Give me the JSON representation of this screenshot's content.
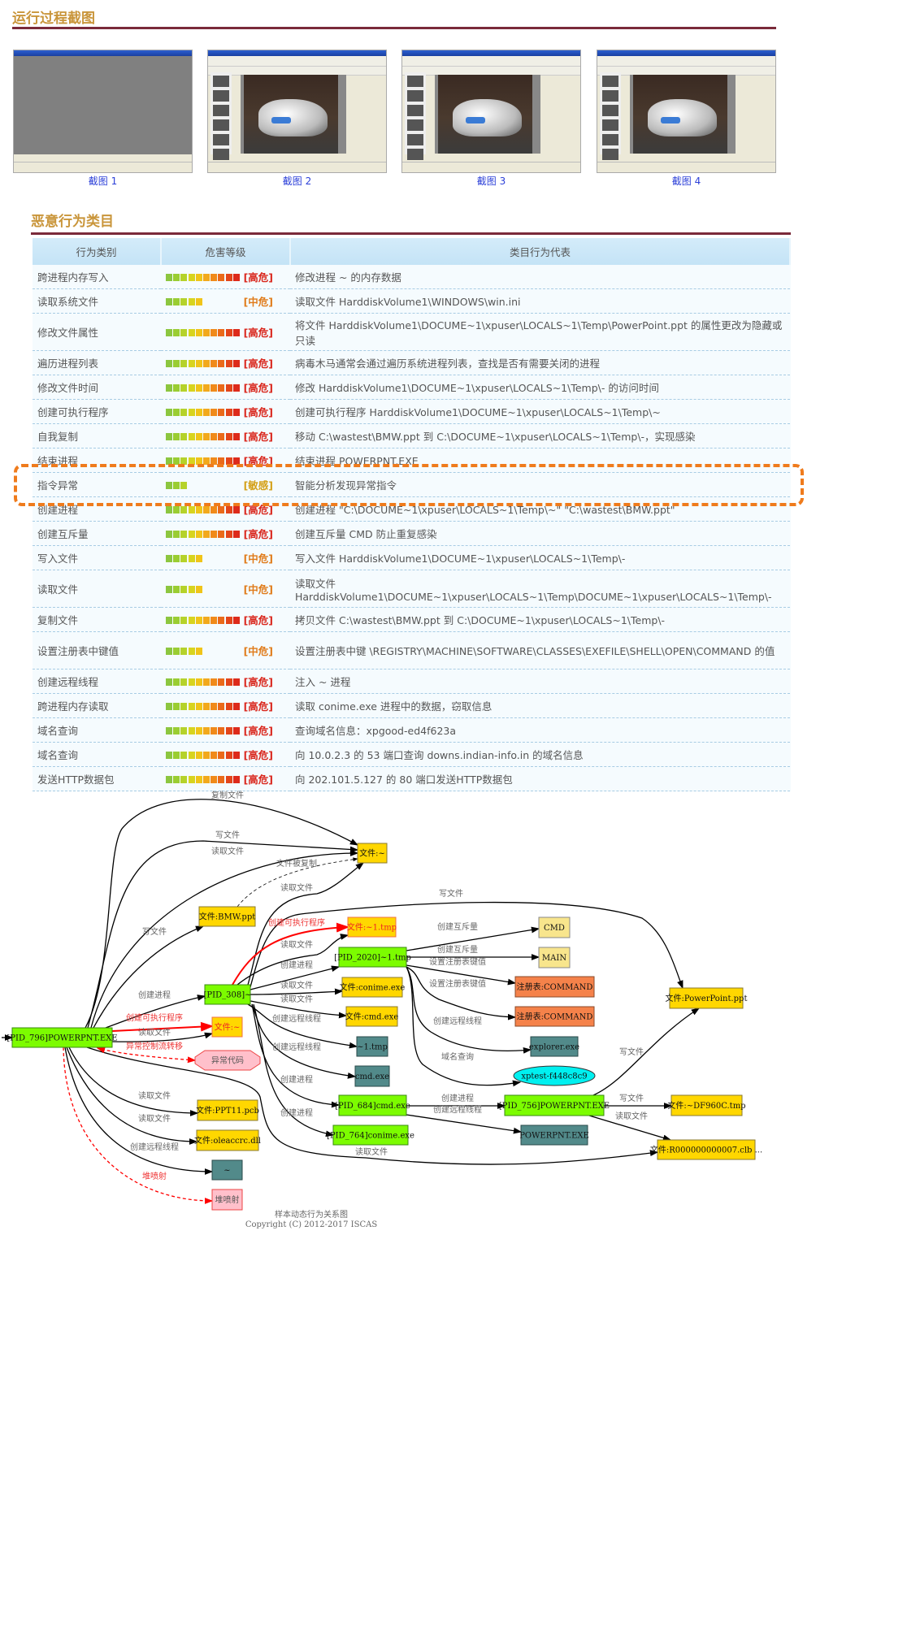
{
  "screenshots": {
    "title": "运行过程截图",
    "items": [
      {
        "caption": "截图 1",
        "state": "blank"
      },
      {
        "caption": "截图 2",
        "state": "slideshow"
      },
      {
        "caption": "截图 3",
        "state": "slideshow"
      },
      {
        "caption": "截图 4",
        "state": "slideshow"
      }
    ]
  },
  "behaviors": {
    "title": "恶意行为类目",
    "columns": [
      "行为类别",
      "危害等级",
      "类目行为代表"
    ],
    "levels": {
      "high": {
        "label": "[高危]",
        "bars": 10,
        "color": "#d9261c"
      },
      "medium": {
        "label": "[中危]",
        "bars": 5,
        "color": "#e07b1a"
      },
      "sensitive": {
        "label": "[敏感]",
        "bars": 3,
        "color": "#d4a017"
      }
    },
    "bar_colors": [
      "#8cc63f",
      "#9acd32",
      "#b5d22a",
      "#d8d41e",
      "#f0c419",
      "#f2a91c",
      "#f08a1a",
      "#ea6a1a",
      "#e3451a",
      "#dd2a1a"
    ],
    "rows": [
      {
        "category": "跨进程内存写入",
        "level": "high",
        "desc": "修改进程 ~ 的内存数据"
      },
      {
        "category": "读取系统文件",
        "level": "medium",
        "desc": "读取文件 HarddiskVolume1\\WINDOWS\\win.ini"
      },
      {
        "category": "修改文件属性",
        "level": "high",
        "desc": "将文件 HarddiskVolume1\\DOCUME~1\\xpuser\\LOCALS~1\\Temp\\PowerPoint.ppt 的属性更改为隐藏或只读"
      },
      {
        "category": "遍历进程列表",
        "level": "high",
        "desc": "病毒木马通常会通过遍历系统进程列表，查找是否有需要关闭的进程"
      },
      {
        "category": "修改文件时间",
        "level": "high",
        "desc": "修改 HarddiskVolume1\\DOCUME~1\\xpuser\\LOCALS~1\\Temp\\- 的访问时间"
      },
      {
        "category": "创建可执行程序",
        "level": "high",
        "desc": "创建可执行程序 HarddiskVolume1\\DOCUME~1\\xpuser\\LOCALS~1\\Temp\\~"
      },
      {
        "category": "自我复制",
        "level": "high",
        "desc": "移动 C:\\wastest\\BMW.ppt 到 C:\\DOCUME~1\\xpuser\\LOCALS~1\\Temp\\-，实现感染"
      },
      {
        "category": "结束进程",
        "level": "high",
        "desc": "结束进程 POWERPNT.EXE"
      },
      {
        "category": "指令异常",
        "level": "sensitive",
        "desc": "智能分析发现异常指令",
        "highlighted": true
      },
      {
        "category": "创建进程",
        "level": "high",
        "desc": "创建进程 \"C:\\DOCUME~1\\xpuser\\LOCALS~1\\Temp\\~\" \"C:\\wastest\\BMW.ppt\""
      },
      {
        "category": "创建互斥量",
        "level": "high",
        "desc": "创建互斥量 CMD 防止重复感染"
      },
      {
        "category": "写入文件",
        "level": "medium",
        "desc": "写入文件 HarddiskVolume1\\DOCUME~1\\xpuser\\LOCALS~1\\Temp\\-"
      },
      {
        "category": "读取文件",
        "level": "medium",
        "desc": "读取文件 HarddiskVolume1\\DOCUME~1\\xpuser\\LOCALS~1\\Temp\\DOCUME~1\\xpuser\\LOCALS~1\\Temp\\-"
      },
      {
        "category": "复制文件",
        "level": "high",
        "desc": "拷贝文件 C:\\wastest\\BMW.ppt 到 C:\\DOCUME~1\\xpuser\\LOCALS~1\\Temp\\-"
      },
      {
        "category": "设置注册表中键值",
        "level": "medium",
        "desc": "设置注册表中键 \\REGISTRY\\MACHINE\\SOFTWARE\\CLASSES\\EXEFILE\\SHELL\\OPEN\\COMMAND 的值"
      },
      {
        "category": "创建远程线程",
        "level": "high",
        "desc": "注入 ~ 进程"
      },
      {
        "category": "跨进程内存读取",
        "level": "high",
        "desc": "读取 conime.exe 进程中的数据，窃取信息"
      },
      {
        "category": "域名查询",
        "level": "high",
        "desc": "查询域名信息：xpgood-ed4f623a"
      },
      {
        "category": "域名查询",
        "level": "high",
        "desc": "向 10.0.2.3 的 53 端口查询 downs.indian-info.in 的域名信息"
      },
      {
        "category": "发送HTTP数据包",
        "level": "high",
        "desc": "向 202.101.5.127 的 80 端口发送HTTP数据包"
      }
    ]
  },
  "graph": {
    "caption": "样本动态行为关系图",
    "copyright": "Copyright (C) 2012-2017 ISCAS",
    "colors": {
      "process": "#7cfc00",
      "file": "#ffd700",
      "remote": "#528a8a",
      "mutex": "#f8e58c",
      "registry": "#f5824a",
      "domain": "#00f0f0",
      "anomaly": "#ffc0cb"
    },
    "nodes": [
      {
        "id": "n0",
        "label": "[PID_796]POWERPNT.EXE",
        "type": "process"
      },
      {
        "id": "f1",
        "label": "文件:~",
        "type": "file"
      },
      {
        "id": "bmw",
        "label": "文件:BMW.ppt",
        "type": "file"
      },
      {
        "id": "t1",
        "label": "文件:~1.tmp",
        "type": "file-exec"
      },
      {
        "id": "p2020",
        "label": "[PID_2020]~1.tmp",
        "type": "process"
      },
      {
        "id": "conf",
        "label": "文件:conime.exe",
        "type": "file"
      },
      {
        "id": "p308",
        "label": "[PID_308]~",
        "type": "process"
      },
      {
        "id": "cmdf",
        "label": "文件:cmd.exe",
        "type": "file"
      },
      {
        "id": "f2",
        "label": "文件:~",
        "type": "file-exec"
      },
      {
        "id": "oct",
        "label": "异常代码",
        "type": "anomaly"
      },
      {
        "id": "tmpt",
        "label": "~1.tmp",
        "type": "remote"
      },
      {
        "id": "cmdt",
        "label": "cmd.exe",
        "type": "remote"
      },
      {
        "id": "p684",
        "label": "[PID_684]cmd.exe",
        "type": "process"
      },
      {
        "id": "p764",
        "label": "[PID_764]conime.exe",
        "type": "process"
      },
      {
        "id": "ppt11",
        "label": "文件:PPT11.pcb",
        "type": "file"
      },
      {
        "id": "ole",
        "label": "文件:oleaccrc.dll",
        "type": "file"
      },
      {
        "id": "tilde",
        "label": "~",
        "type": "remote"
      },
      {
        "id": "heap",
        "label": "堆喷射",
        "type": "anomaly"
      },
      {
        "id": "cmdm",
        "label": "CMD",
        "type": "mutex"
      },
      {
        "id": "mainm",
        "label": "MAIN",
        "type": "mutex"
      },
      {
        "id": "reg1",
        "label": "注册表:COMMAND",
        "type": "registry"
      },
      {
        "id": "reg2",
        "label": "注册表:COMMAND",
        "type": "registry"
      },
      {
        "id": "expl",
        "label": "explorer.exe",
        "type": "remote"
      },
      {
        "id": "dom",
        "label": "xptest-f448c8c9",
        "type": "domain"
      },
      {
        "id": "pptx",
        "label": "文件:PowerPoint.ppt",
        "type": "file"
      },
      {
        "id": "p756",
        "label": "[PID_756]POWERPNT.EXE",
        "type": "process"
      },
      {
        "id": "pptt",
        "label": "POWERPNT.EXE",
        "type": "remote"
      },
      {
        "id": "df",
        "label": "文件:~DF960C.tmp",
        "type": "file"
      },
      {
        "id": "clb",
        "label": "文件:R000000000007.clb ...",
        "type": "file"
      }
    ],
    "edges": [
      {
        "from": "n0",
        "to": "f1",
        "label": "复制文件",
        "style": "solid"
      },
      {
        "from": "n0",
        "to": "f1",
        "label": "写文件",
        "style": "solid"
      },
      {
        "from": "n0",
        "to": "f1",
        "label": "读取文件",
        "style": "solid"
      },
      {
        "from": "n0",
        "to": "bmw",
        "label": "写文件",
        "style": "solid"
      },
      {
        "from": "bmw",
        "to": "f1",
        "label": "文件被复制",
        "style": "dashed"
      },
      {
        "from": "p308",
        "to": "f1",
        "label": "读取文件",
        "style": "solid"
      },
      {
        "from": "p308",
        "to": "pptx",
        "label": "写文件",
        "style": "solid"
      },
      {
        "from": "p308",
        "to": "t1",
        "label": "创建可执行程序",
        "style": "red"
      },
      {
        "from": "p308",
        "to": "t1",
        "label": "读取文件",
        "style": "solid"
      },
      {
        "from": "p308",
        "to": "p2020",
        "label": "创建进程",
        "style": "solid"
      },
      {
        "from": "p308",
        "to": "conf",
        "label": "读取文件",
        "style": "solid"
      },
      {
        "from": "p308",
        "to": "cmdf",
        "label": "读取文件",
        "style": "solid"
      },
      {
        "from": "p308",
        "to": "tmpt",
        "label": "创建远程线程",
        "style": "solid"
      },
      {
        "from": "p308",
        "to": "cmdt",
        "label": "创建远程线程",
        "style": "solid"
      },
      {
        "from": "p308",
        "to": "p684",
        "label": "创建进程",
        "style": "solid"
      },
      {
        "from": "p308",
        "to": "p764",
        "label": "创建进程",
        "style": "solid"
      },
      {
        "from": "n0",
        "to": "clb",
        "label": "读取文件",
        "style": "solid"
      },
      {
        "from": "n0",
        "to": "p308",
        "label": "创建进程",
        "style": "solid"
      },
      {
        "from": "n0",
        "to": "f2",
        "label": "创建可执行程序",
        "style": "red"
      },
      {
        "from": "n0",
        "to": "f2",
        "label": "读取文件",
        "style": "solid"
      },
      {
        "from": "oct",
        "to": "n0",
        "label": "异常控制流转移",
        "style": "red-dashed"
      },
      {
        "from": "n0",
        "to": "ppt11",
        "label": "读取文件",
        "style": "solid"
      },
      {
        "from": "n0",
        "to": "ole",
        "label": "读取文件",
        "style": "solid"
      },
      {
        "from": "n0",
        "to": "tilde",
        "label": "创建远程线程",
        "style": "solid"
      },
      {
        "from": "n0",
        "to": "heap",
        "label": "堆喷射",
        "style": "red-dashed"
      },
      {
        "from": "p2020",
        "to": "cmdm",
        "label": "创建互斥量",
        "style": "solid"
      },
      {
        "from": "p2020",
        "to": "mainm",
        "label": "创建互斥量",
        "style": "solid"
      },
      {
        "from": "p2020",
        "to": "reg1",
        "label": "设置注册表键值",
        "style": "solid"
      },
      {
        "from": "p2020",
        "to": "reg2",
        "label": "设置注册表键值",
        "style": "solid"
      },
      {
        "from": "p2020",
        "to": "expl",
        "label": "创建远程线程",
        "style": "solid"
      },
      {
        "from": "p2020",
        "to": "dom",
        "label": "域名查询",
        "style": "solid"
      },
      {
        "from": "p684",
        "to": "p756",
        "label": "创建进程",
        "style": "solid"
      },
      {
        "from": "p684",
        "to": "pptt",
        "label": "创建远程线程",
        "style": "solid"
      },
      {
        "from": "p756",
        "to": "pptx",
        "label": "写文件",
        "style": "solid"
      },
      {
        "from": "p756",
        "to": "df",
        "label": "写文件",
        "style": "solid"
      },
      {
        "from": "p756",
        "to": "clb",
        "label": "读取文件",
        "style": "solid"
      }
    ]
  }
}
